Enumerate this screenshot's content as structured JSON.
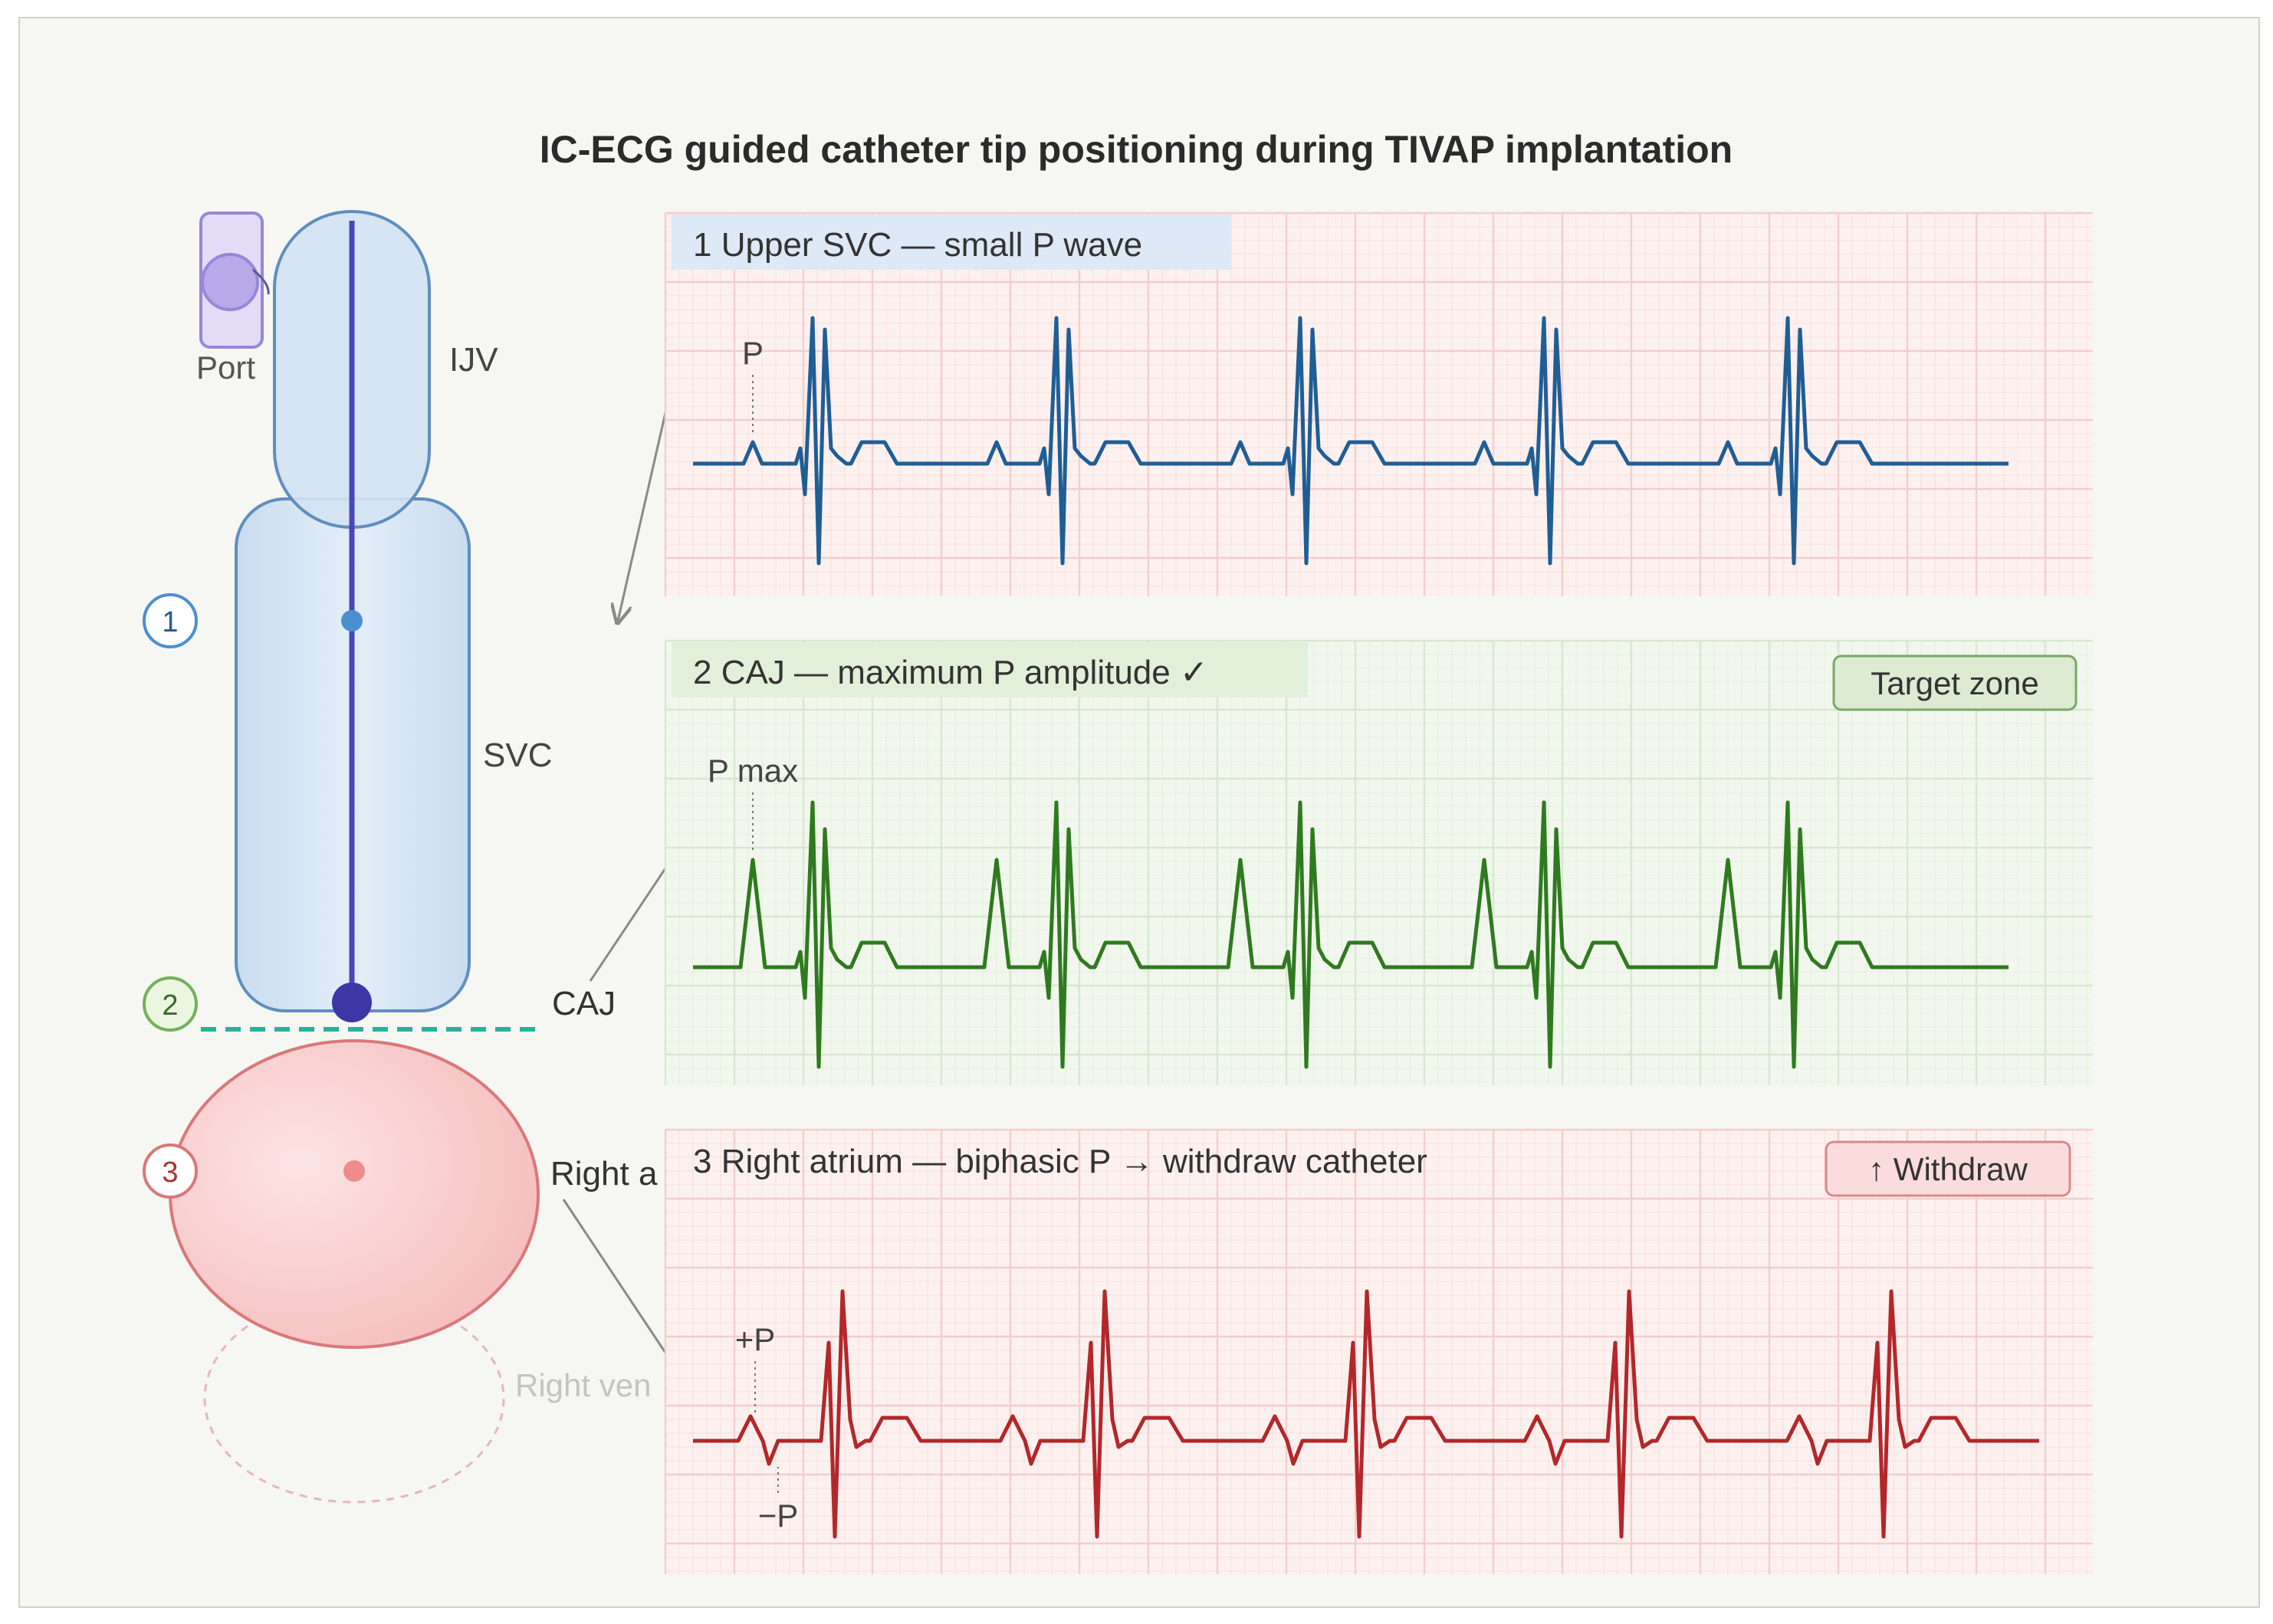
{
  "title": "IC-ECG guided catheter tip positioning during TIVAP implantation",
  "anatomy": {
    "port": "Port",
    "ijv": "IJV",
    "svc": "SVC",
    "caj": "CAJ",
    "right_atrium": "Right a",
    "right_ventricle": "Right ven",
    "markers": [
      "1",
      "2",
      "3"
    ]
  },
  "panels": [
    {
      "id": "upper-svc",
      "header": "1 Upper SVC — small P wave",
      "badge": "",
      "annotations": [
        "P"
      ],
      "color": "#1f5e95",
      "grid_bg": "#fdf1f0",
      "grid_line": "#f3cfcc",
      "header_bg": "#dde9f6",
      "beats": 5,
      "p_wave": "small"
    },
    {
      "id": "caj",
      "header": "2 CAJ — maximum P amplitude ✓",
      "badge": "Target zone",
      "annotations": [
        "P max"
      ],
      "color": "#2f7a1f",
      "grid_bg": "#f2f7ee",
      "grid_line": "#d7e8cf",
      "header_bg": "#e2efd9",
      "badge_bg": "#dcebd2",
      "badge_border": "#7aa865",
      "beats": 5,
      "p_wave": "maximum"
    },
    {
      "id": "right-atrium",
      "header": "3 Right atrium — biphasic P → withdraw catheter",
      "badge": "↑ Withdraw",
      "annotations": [
        "+P",
        "−P"
      ],
      "color": "#b3272a",
      "grid_bg": "#fdf1f0",
      "grid_line": "#f3cfcc",
      "header_bg": "#fdf1f0",
      "badge_bg": "#fbdcdc",
      "badge_border": "#d98a8a",
      "beats": 5,
      "p_wave": "biphasic"
    }
  ],
  "colors": {
    "svc_fill": "#d6e6f4",
    "svc_stroke": "#5f8fbf",
    "catheter": "#4b46b8",
    "atrium_fill": "#f8cccc",
    "atrium_stroke": "#d9787a",
    "ventricle_stroke": "#e3b9b9",
    "caj_line": "#2bb09a",
    "port_fill": "#b9a8ea",
    "port_stroke": "#9887d6"
  }
}
